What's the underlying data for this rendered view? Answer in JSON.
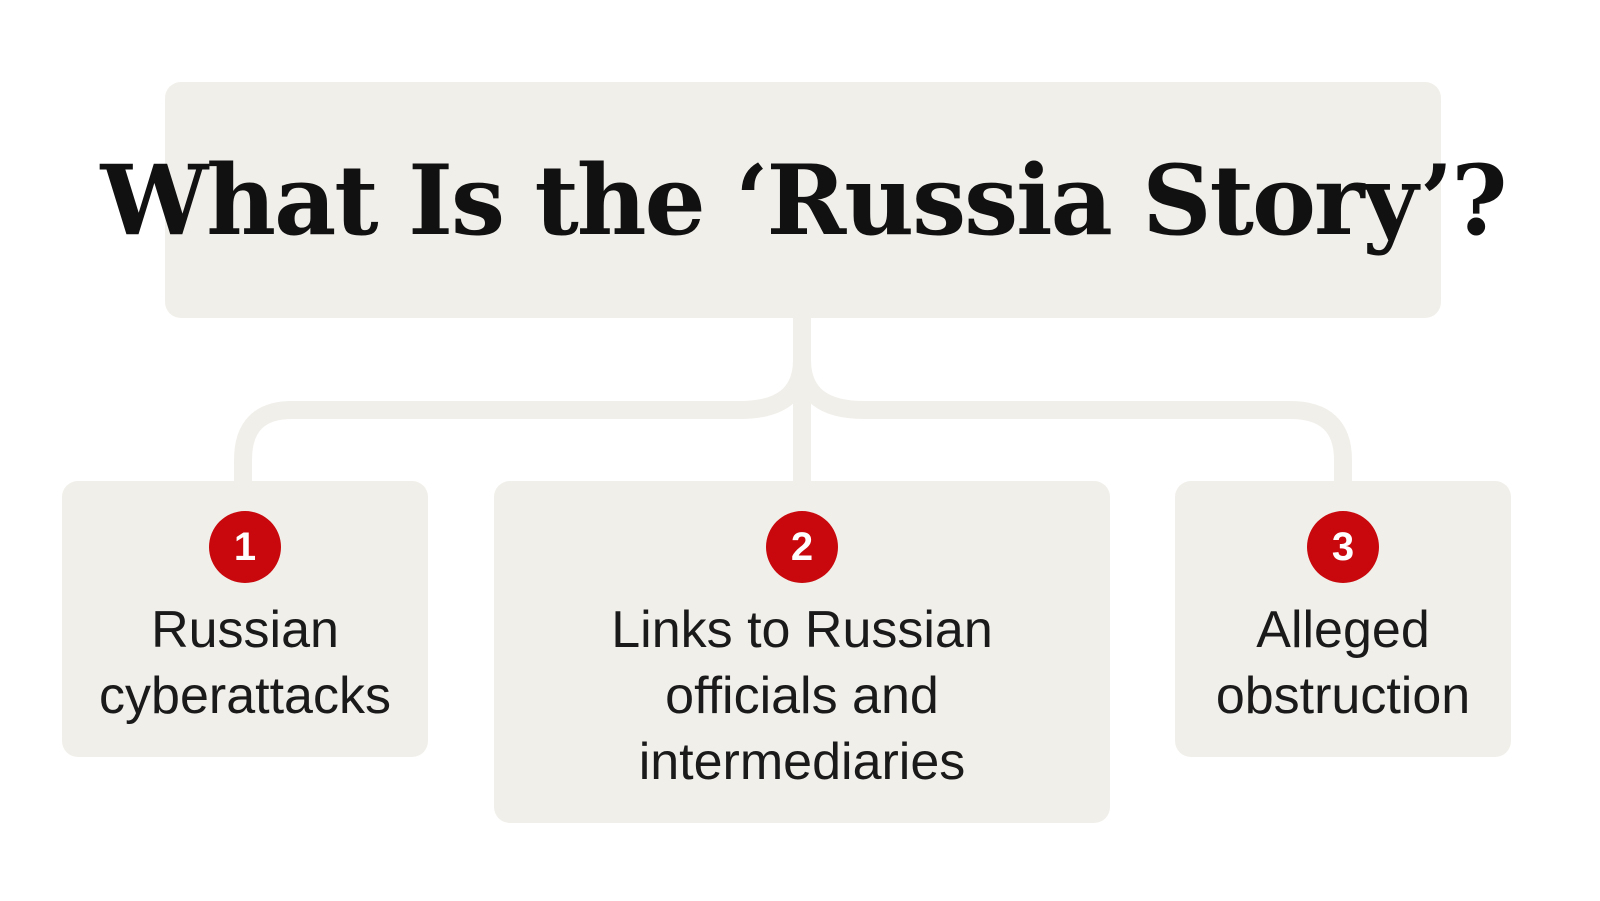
{
  "title": "What Is the ‘Russia Story’?",
  "colors": {
    "box": "#f1efea",
    "connector": "#f1efea",
    "badge": "#c8080c",
    "title_text": "#111111",
    "label_text": "#1a1a1a"
  },
  "items": [
    {
      "number": "1",
      "label": "Russian\ncyberattacks"
    },
    {
      "number": "2",
      "label": "Links to Russian\nofficials and\nintermediaries"
    },
    {
      "number": "3",
      "label": "Alleged\nobstruction"
    }
  ]
}
